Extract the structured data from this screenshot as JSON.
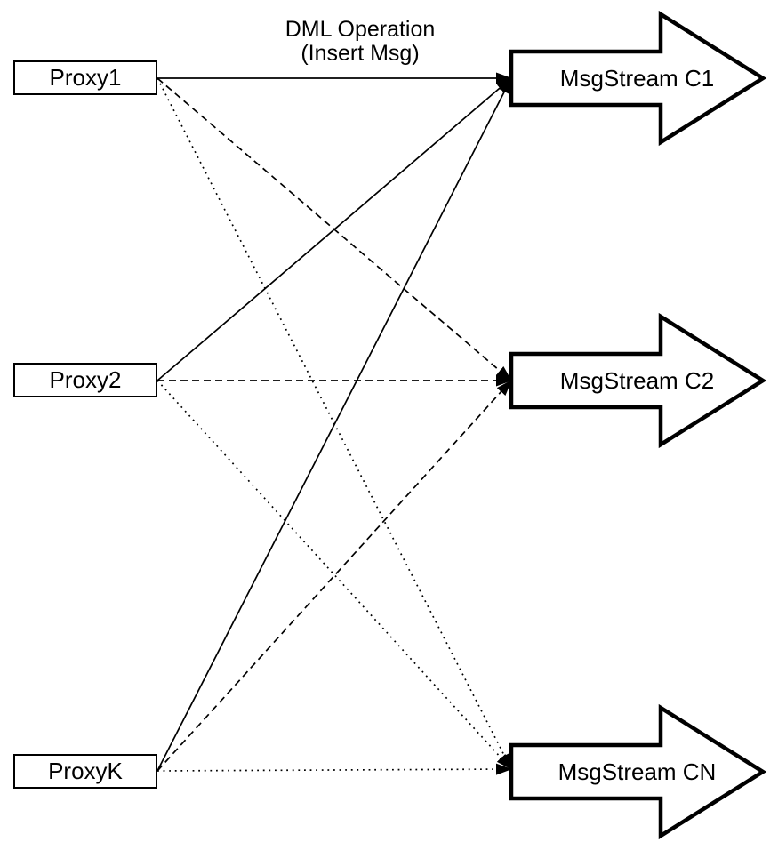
{
  "title": {
    "line1": "DML Operation",
    "line2": "(Insert Msg)"
  },
  "nodes": {
    "proxies": [
      {
        "id": "proxy1",
        "label": "Proxy1"
      },
      {
        "id": "proxy2",
        "label": "Proxy2"
      },
      {
        "id": "proxyk",
        "label": "ProxyK"
      }
    ],
    "streams": [
      {
        "id": "c1",
        "label": "MsgStream C1"
      },
      {
        "id": "c2",
        "label": "MsgStream C2"
      },
      {
        "id": "cn",
        "label": "MsgStream CN"
      }
    ]
  },
  "edges": [
    {
      "from": "proxy1",
      "to": "c1",
      "style": "solid"
    },
    {
      "from": "proxy2",
      "to": "c1",
      "style": "solid"
    },
    {
      "from": "proxyk",
      "to": "c1",
      "style": "solid"
    },
    {
      "from": "proxy1",
      "to": "c2",
      "style": "dashed"
    },
    {
      "from": "proxy2",
      "to": "c2",
      "style": "dashed"
    },
    {
      "from": "proxyk",
      "to": "c2",
      "style": "dashed"
    },
    {
      "from": "proxy1",
      "to": "cn",
      "style": "dotted"
    },
    {
      "from": "proxy2",
      "to": "cn",
      "style": "dotted"
    },
    {
      "from": "proxyk",
      "to": "cn",
      "style": "dotted"
    }
  ],
  "colors": {
    "ink": "#000000",
    "background": "#ffffff"
  }
}
